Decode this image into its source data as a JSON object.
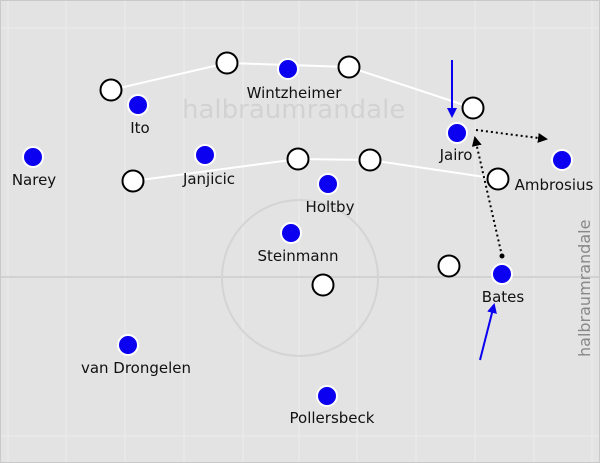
{
  "colors": {
    "pitch": "#e3e3e3",
    "pitch_lines": "#ffffff",
    "center_circle": "#d4d4d4",
    "team_blue": "#0b00ef",
    "team_white": "#ffffff",
    "arrow_blue": "#0a00f0",
    "link_line": "#ffffff",
    "pass_dotted": "#000000"
  },
  "watermarks": {
    "center": "halbraumrandale",
    "side": "halbraumrandale"
  },
  "players": [
    {
      "name": "Wintzheimer"
    },
    {
      "name": "Ito"
    },
    {
      "name": "Jairo"
    },
    {
      "name": "Narey"
    },
    {
      "name": "Janjicic"
    },
    {
      "name": "Holtby"
    },
    {
      "name": "Ambrosius"
    },
    {
      "name": "Steinmann"
    },
    {
      "name": "Bates"
    },
    {
      "name": "van Drongelen"
    },
    {
      "name": "Pollersbeck"
    }
  ]
}
